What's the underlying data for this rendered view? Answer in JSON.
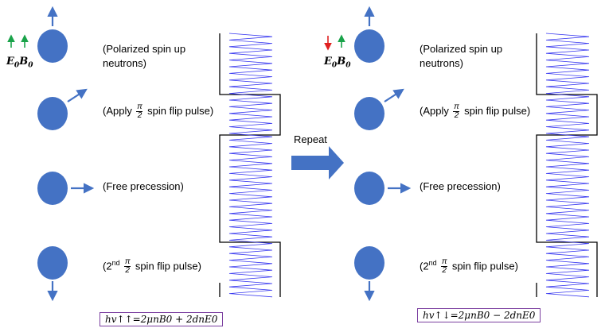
{
  "panels": [
    {
      "arrow_colors": [
        "#1aa34a",
        "#1aa34a"
      ],
      "eb_label": "E0B0",
      "labels": {
        "polarized_line1": "(Polarized spin up",
        "polarized_line2": "neutrons)",
        "apply_pre": "(Apply",
        "apply_post": "spin flip pulse)",
        "free": "(Free precession)",
        "second_pre": "(2",
        "second_sup": "nd",
        "second_post": "spin flip pulse)",
        "frac_num": "π",
        "frac_den": "2"
      },
      "formula": "hv↑↑=2μnB0 + 2dnE0"
    },
    {
      "arrow_colors": [
        "#e02020",
        "#1aa34a"
      ],
      "eb_label": "E0B0",
      "labels": {
        "polarized_line1": "(Polarized spin up",
        "polarized_line2": "neutrons)",
        "apply_pre": "(Apply",
        "apply_post": "spin flip pulse)",
        "free": "(Free precession)",
        "second_pre": "(2",
        "second_sup": "nd",
        "second_post": "spin flip pulse)",
        "frac_num": "π",
        "frac_den": "2"
      },
      "formula": "hv↑↓=2μnB0 − 2dnE0"
    }
  ],
  "repeat_label": "Repeat",
  "colors": {
    "ball": "#4472c4",
    "arrow": "#4472c4",
    "wave": "#3a3af0",
    "formula_border": "#7b3fa0"
  }
}
